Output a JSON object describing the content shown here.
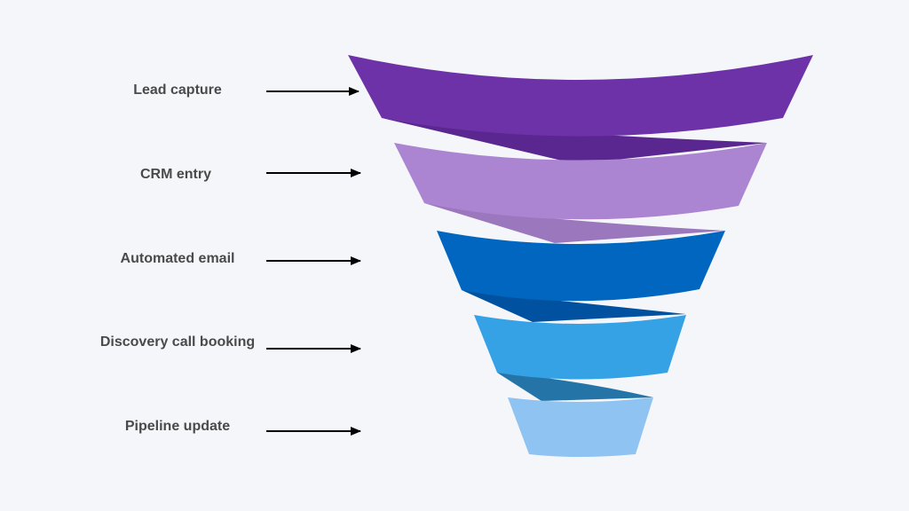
{
  "stages": [
    {
      "label": "Lead capture",
      "color": "#6e32a8",
      "shadow_color": "#5a2790"
    },
    {
      "label": "CRM entry",
      "color": "#ab84d2",
      "shadow_color": "#9b77bd"
    },
    {
      "label": "Automated email",
      "color": "#0066bf",
      "shadow_color": "#0052a0"
    },
    {
      "label": "Discovery call booking",
      "color": "#35a2e6",
      "shadow_color": "#2574a8"
    },
    {
      "label": "Pipeline update",
      "color": "#8ec3f2"
    }
  ],
  "colors": {
    "background": "#f5f6fa",
    "label_text": "#4a4a4a",
    "arrow": "#000000"
  },
  "icons": {
    "connector": "right-arrow-icon"
  }
}
